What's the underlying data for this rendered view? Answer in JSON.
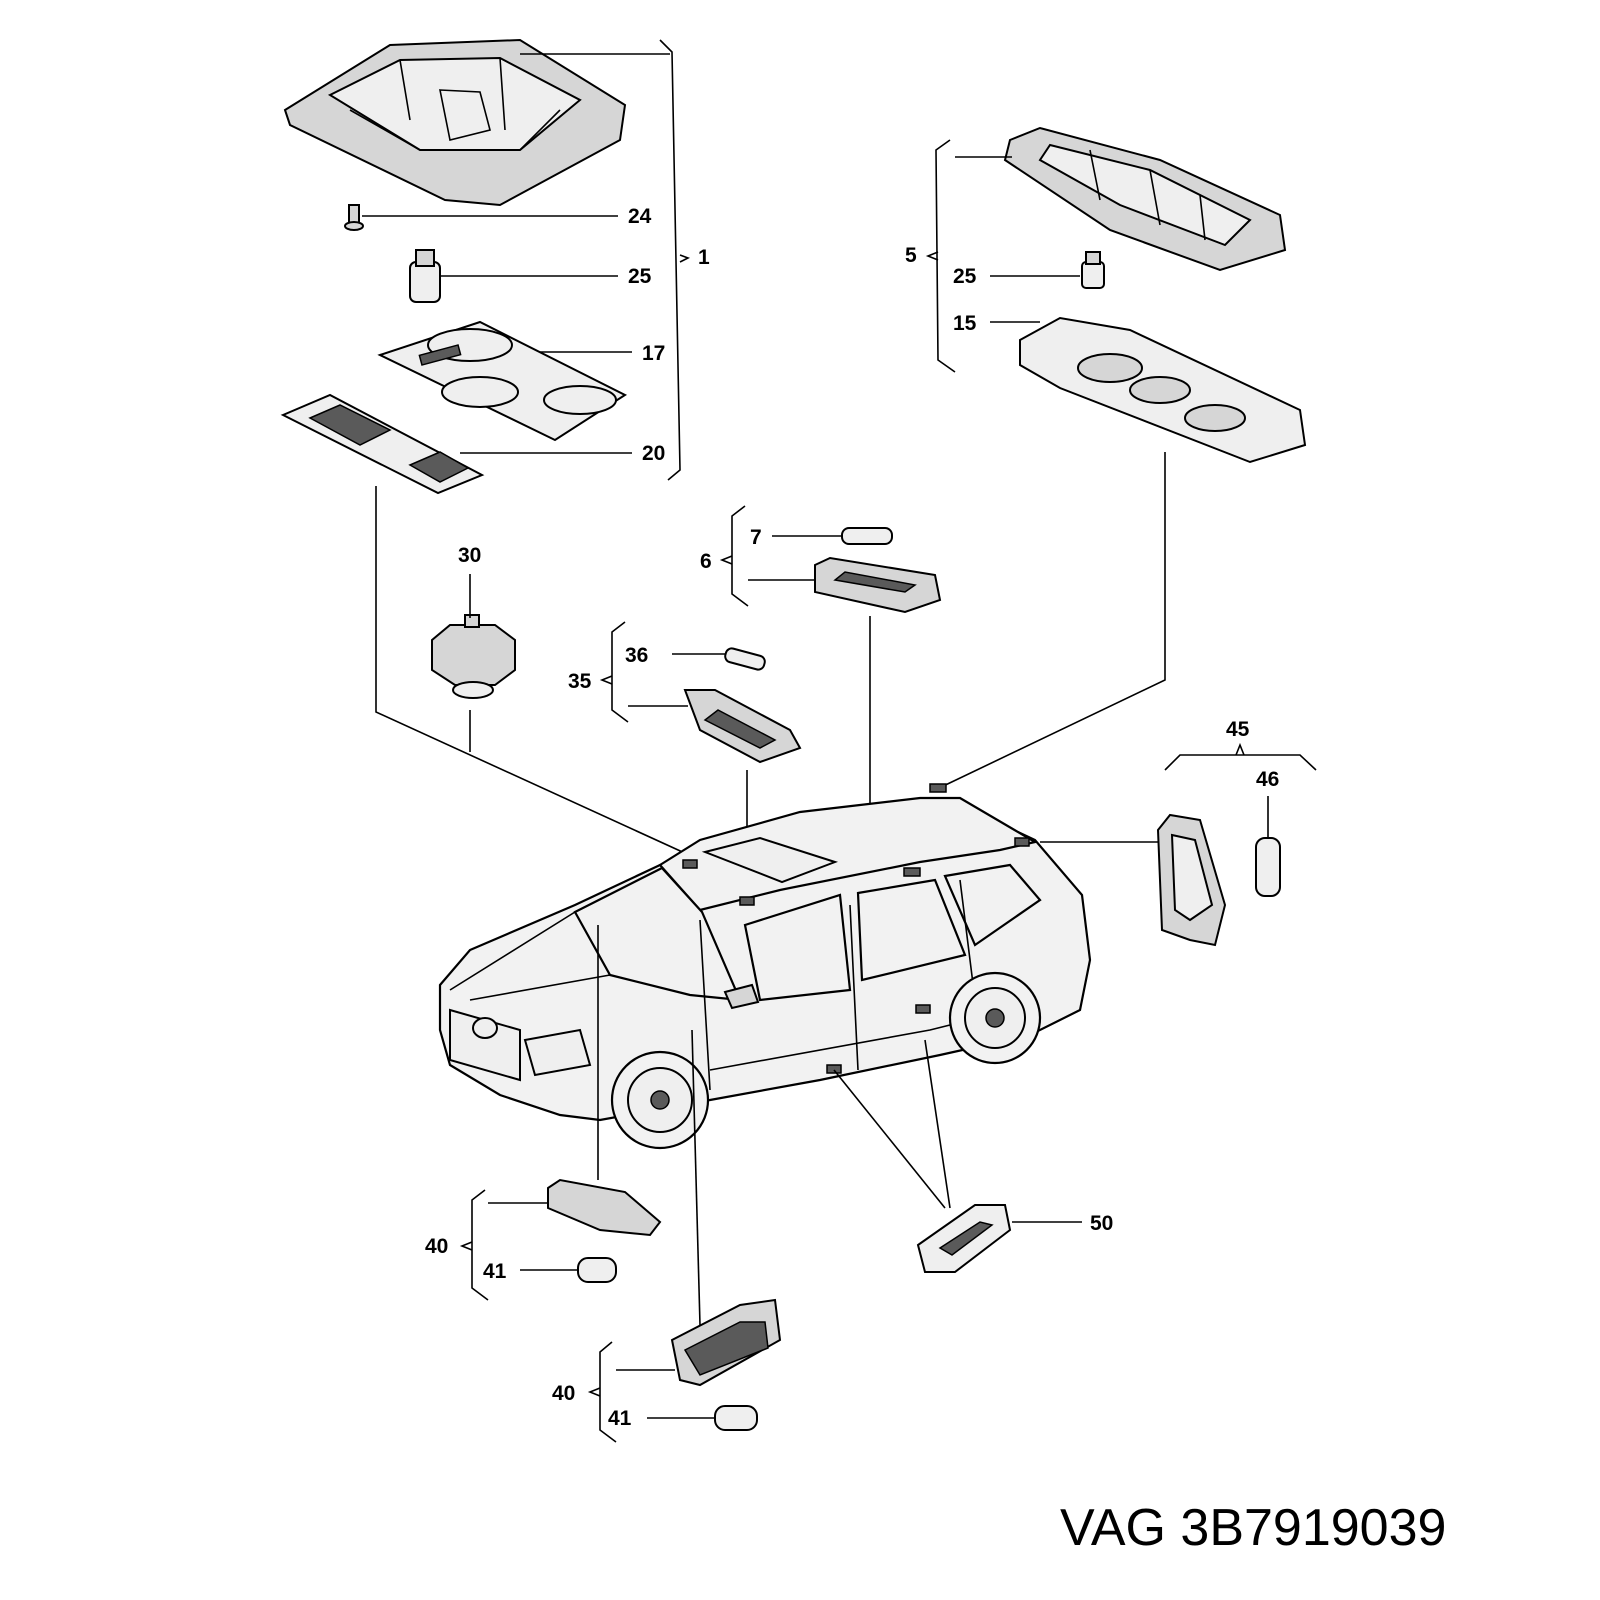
{
  "title": "VAG 3B7919039",
  "labels": {
    "l1": "1",
    "l5": "5",
    "l6": "6",
    "l7": "7",
    "l15": "15",
    "l17": "17",
    "l20": "20",
    "l24": "24",
    "l25a": "25",
    "l25b": "25",
    "l30": "30",
    "l35": "35",
    "l36": "36",
    "l40a": "40",
    "l41a": "41",
    "l40b": "40",
    "l41b": "41",
    "l45": "45",
    "l46": "46",
    "l50": "50"
  }
}
